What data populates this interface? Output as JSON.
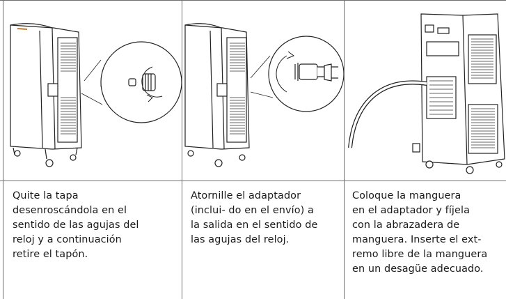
{
  "steps": [
    {
      "lines": [
        "Quite la tapa",
        "desenroscándola en el",
        "sentido de las agujas del",
        "reloj y a continuación",
        "retire el tapón."
      ]
    },
    {
      "lines": [
        "Atornille el adaptador",
        "(inclui- do en el envío) a",
        "la salida en el sentido de",
        "las agujas del reloj."
      ]
    },
    {
      "lines": [
        "Coloque la manguera",
        "en el adaptador y fíjela",
        "con la abrazadera de",
        "manguera. Inserte el ext-",
        "remo libre de la manguera",
        "en un desagüe adecuado."
      ]
    }
  ]
}
